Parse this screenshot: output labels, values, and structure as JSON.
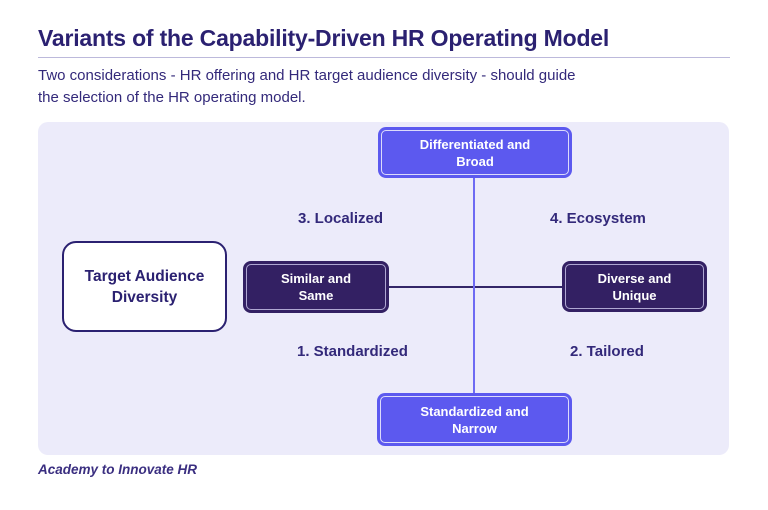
{
  "header": {
    "title": "Variants of the Capability-Driven HR Operating Model",
    "subtitle_lines": [
      "Two considerations - HR offering and HR target audience diversity - should guide",
      "the selection of the HR operating model."
    ]
  },
  "diagram": {
    "axis_label": "Target Audience Diversity",
    "nodes": {
      "top": "Differentiated and Broad",
      "bottom": "Standardized and Narrow",
      "left": "Similar and Same",
      "right": "Diverse and Unique"
    },
    "quadrants": {
      "top_left": "3. Localized",
      "top_right": "4. Ecosystem",
      "bottom_left": "1. Standardized",
      "bottom_right": "2. Tailored"
    }
  },
  "footer": {
    "credit": "Academy to Innovate HR"
  },
  "colors": {
    "title_text": "#2B2171",
    "subtitle_text": "#33297A",
    "panel_bg": "#ECEBFA",
    "node_purple": "#5C59EF",
    "node_purple_border": "#DCDBFB",
    "node_dark": "#332063",
    "node_dark_border": "#AFA7D2",
    "line_vertical": "#6E6AF3",
    "line_horizontal": "#332668",
    "title_underline": "#BCB9DB",
    "axis_box_bg": "#FFFFFF",
    "footer_text": "#3A2E80"
  }
}
